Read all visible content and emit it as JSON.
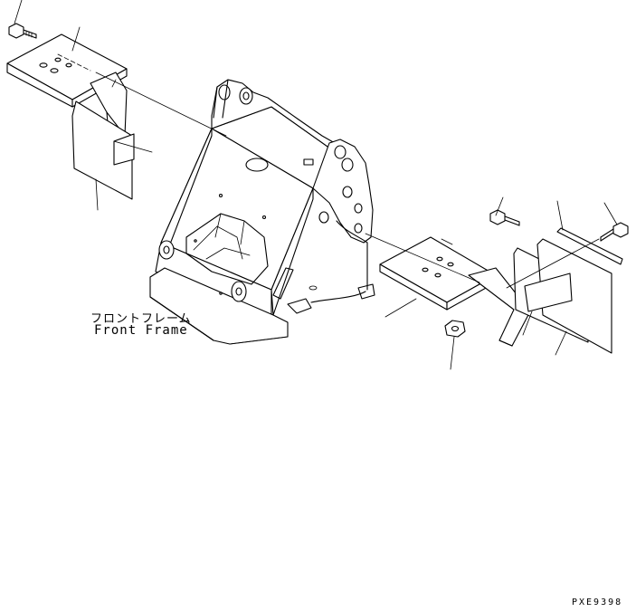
{
  "labels": {
    "front_frame_jp": "フロントフレーム",
    "front_frame_en": "Front Frame",
    "drawing_id": "PXE9398"
  },
  "colors": {
    "line": "#000000",
    "background": "#ffffff"
  }
}
